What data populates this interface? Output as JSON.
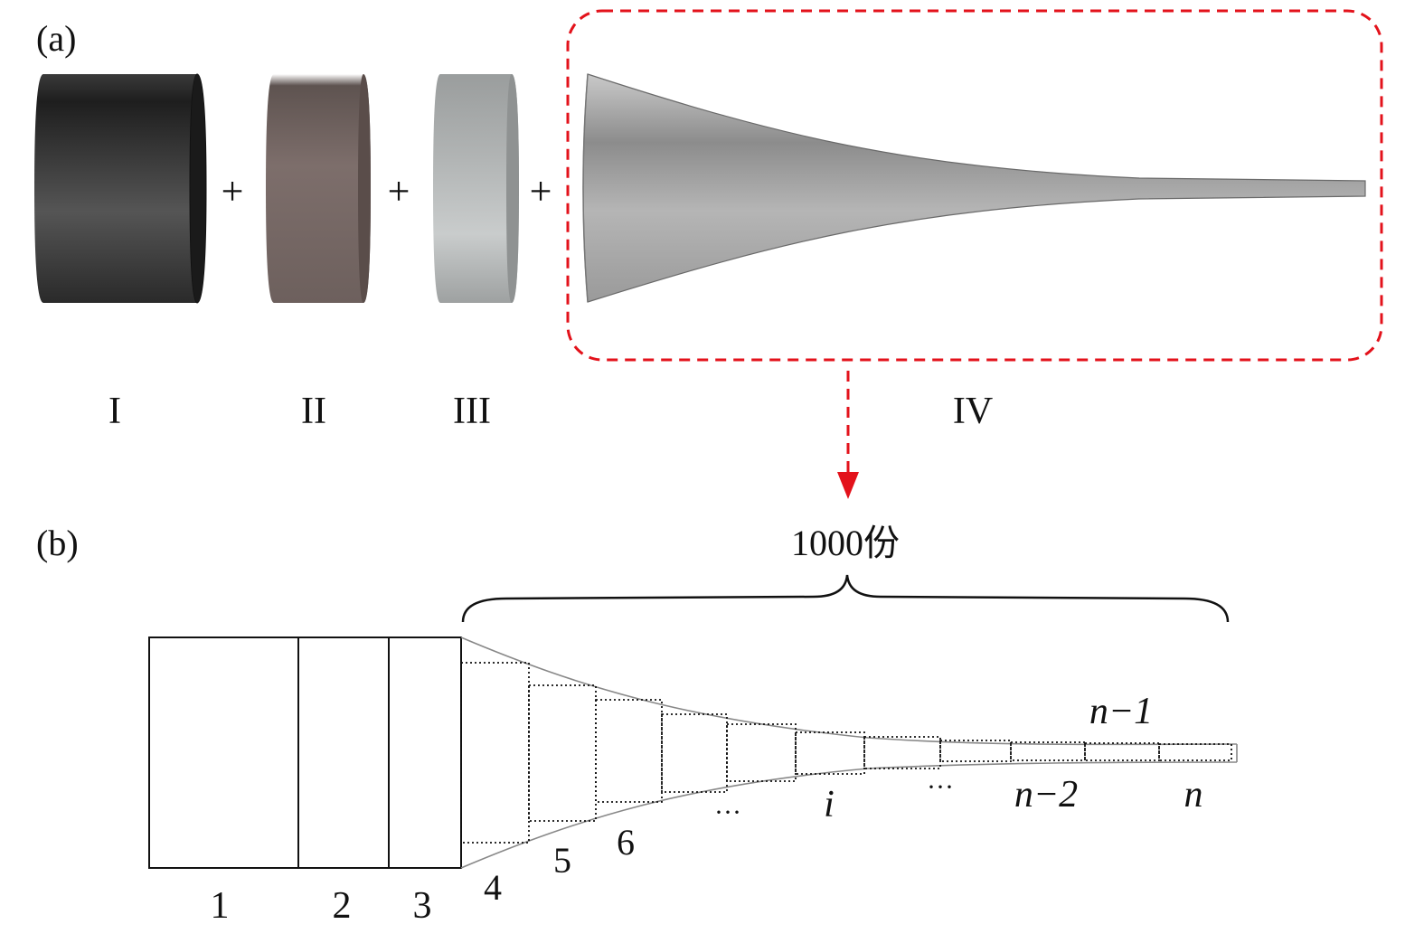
{
  "panel_a": {
    "tag": "(a)",
    "plus": "+",
    "parts": [
      {
        "label": "I",
        "color": "#2b2b2b"
      },
      {
        "label": "II",
        "color": "#7a6a67"
      },
      {
        "label": "III",
        "color": "#bfc2c2"
      },
      {
        "label": "IV",
        "color": "#a8a8a8"
      }
    ],
    "highlight_color": "#e3121b"
  },
  "panel_b": {
    "tag": "(b)",
    "brace_label": "1000份",
    "block_labels": [
      "1",
      "2",
      "3"
    ],
    "segment_labels": {
      "s4": "4",
      "s5": "5",
      "s6": "6",
      "dots_left": "···",
      "i": "i",
      "dots_right": "···",
      "nm2": "n−2",
      "nm1": "n−1",
      "n": "n"
    }
  }
}
